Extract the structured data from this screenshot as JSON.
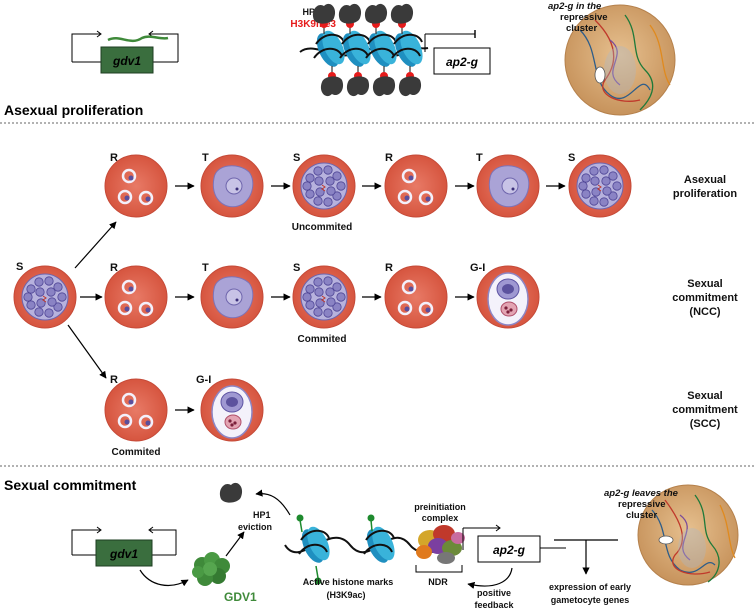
{
  "top": {
    "gene_left": "gdv1",
    "hp1": "HP1",
    "h3k9me3": "H3K9me3",
    "gene_right": "ap2-g",
    "nucleus_note_l1": "ap2-g in the",
    "nucleus_note_l2": "repressive",
    "nucleus_note_l3": "cluster"
  },
  "sections": {
    "asexual": "Asexual proliferation",
    "sexual": "Sexual commitment"
  },
  "rows": [
    {
      "label_l1": "Asexual",
      "label_l2": "proliferation",
      "label_l3": ""
    },
    {
      "label_l1": "Sexual",
      "label_l2": "commitment",
      "label_l3": "(NCC)"
    },
    {
      "label_l1": "Sexual",
      "label_l2": "commitment",
      "label_l3": "(SCC)"
    }
  ],
  "stages": {
    "start": "S",
    "row1": [
      "R",
      "T",
      "S",
      "R",
      "T",
      "S"
    ],
    "row2": [
      "R",
      "T",
      "S",
      "R",
      "G-I"
    ],
    "row3": [
      "R",
      "G-I"
    ]
  },
  "captions": {
    "uncommitted": "Uncommited",
    "committed_row2": "Commited",
    "committed_row3": "Commited"
  },
  "bottom": {
    "gene_left": "gdv1",
    "protein": "GDV1",
    "hp1_l1": "HP1",
    "hp1_l2": "eviction",
    "preinit_l1": "preinitiation",
    "preinit_l2": "complex",
    "ndr": "NDR",
    "gene_right": "ap2-g",
    "marks_l1": "Active histone marks",
    "marks_l2": "(H3K9ac)",
    "feedback_l1": "positive",
    "feedback_l2": "feedback",
    "expression_l1": "expression of early",
    "expression_l2": "gametocyte genes",
    "leaves_l1": "ap2-g leaves the",
    "leaves_l2": "repressive",
    "leaves_l3": "cluster"
  },
  "colors": {
    "rbc": "#e0604f",
    "rbc_border": "#c84a3c",
    "parasite": "#a9a4d6",
    "gene_box": "#3a6e3e",
    "nucleosome": "#2ea6cf",
    "hp1": "#3b3b3b",
    "mark_red": "#e61b1b",
    "mark_green": "#1e8a2e",
    "nucleus": "#d9ad7a",
    "gdv1_protein": "#3f8a3a"
  }
}
